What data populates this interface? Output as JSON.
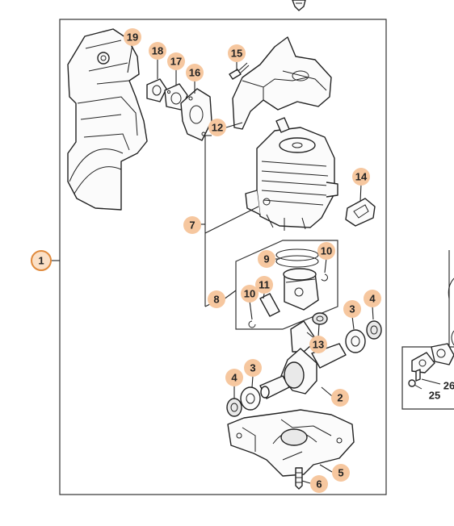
{
  "callouts": {
    "c1": "1",
    "c2": "2",
    "c3a": "3",
    "c3b": "3",
    "c4a": "4",
    "c4b": "4",
    "c5": "5",
    "c6": "6",
    "c7": "7",
    "c8": "8",
    "c9": "9",
    "c10a": "10",
    "c10b": "10",
    "c11": "11",
    "c12": "12",
    "c13": "13",
    "c14": "14",
    "c15": "15",
    "c16": "16",
    "c17": "17",
    "c18": "18",
    "c19": "19"
  },
  "inset": {
    "l25": "25",
    "l26": "26"
  },
  "colors": {
    "callout_fill": "#f6c79f",
    "main_callout_stroke": "#e08a3c",
    "line": "#222222"
  }
}
